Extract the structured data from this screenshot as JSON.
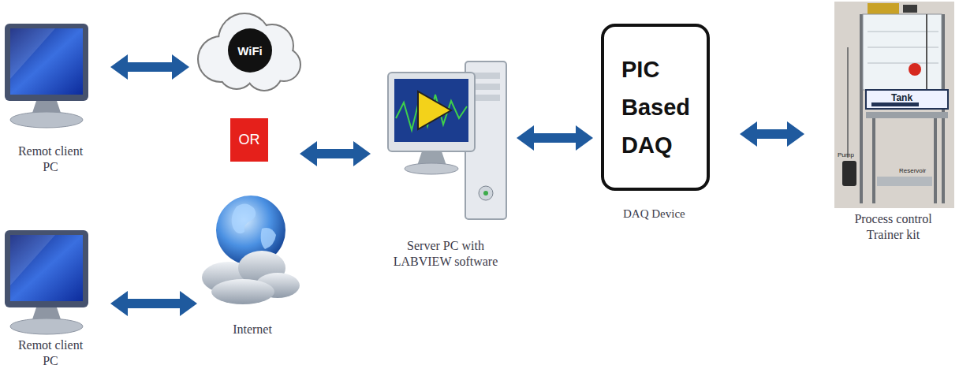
{
  "diagram": {
    "nodes": [
      {
        "text": [
          "Remot client PC"
        ]
      },
      {
        "text": [
          "WiFi"
        ]
      },
      {
        "text": [
          "OR"
        ]
      },
      {
        "text": [
          "Remot client PC"
        ]
      },
      {
        "text": [
          "Internet"
        ]
      },
      {
        "text": [
          "Server PC with LABVIEW software"
        ]
      },
      {
        "text": [
          "PIC Based DAQ",
          "DAQ Device"
        ]
      },
      {
        "text": [
          "Process control Trainer kit"
        ]
      }
    ],
    "edges": [
      {
        "from": 0,
        "to": 1,
        "arrow": "both"
      },
      {
        "from": 2,
        "to": 5,
        "arrow": "both"
      },
      {
        "from": 3,
        "to": 4,
        "arrow": "both"
      },
      {
        "from": 5,
        "to": 6,
        "arrow": "both"
      },
      {
        "from": 6,
        "to": 7,
        "arrow": "both"
      }
    ],
    "labels": [
      "Tank",
      "Pump",
      "Reservoir"
    ]
  }
}
